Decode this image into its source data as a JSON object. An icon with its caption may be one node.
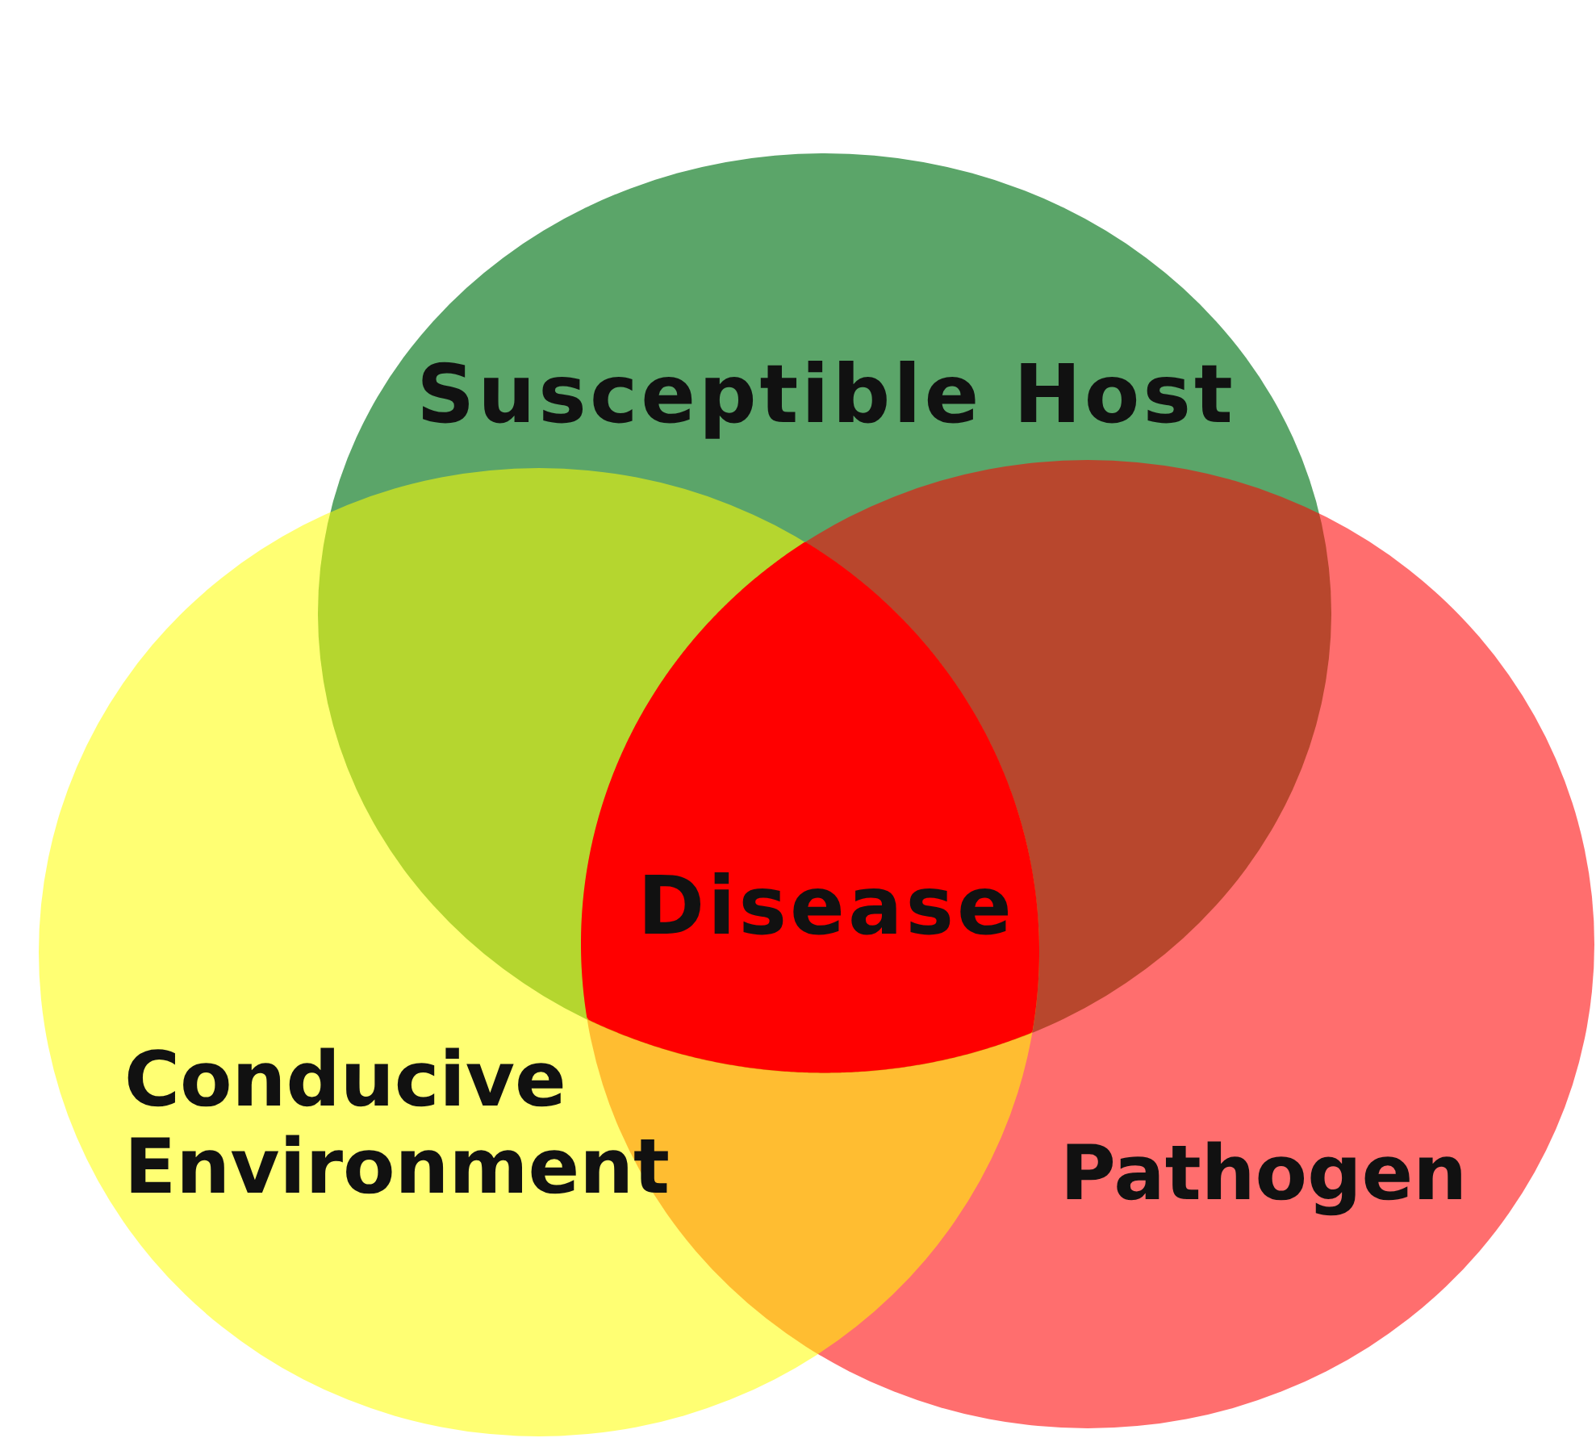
{
  "diagram": {
    "nodes": [
      {
        "text": [
          "Susceptible Host"
        ]
      },
      {
        "text": [
          "Disease"
        ]
      },
      {
        "text": [
          "Conducive Environment"
        ]
      },
      {
        "text": [
          "Pathogen"
        ]
      }
    ]
  }
}
